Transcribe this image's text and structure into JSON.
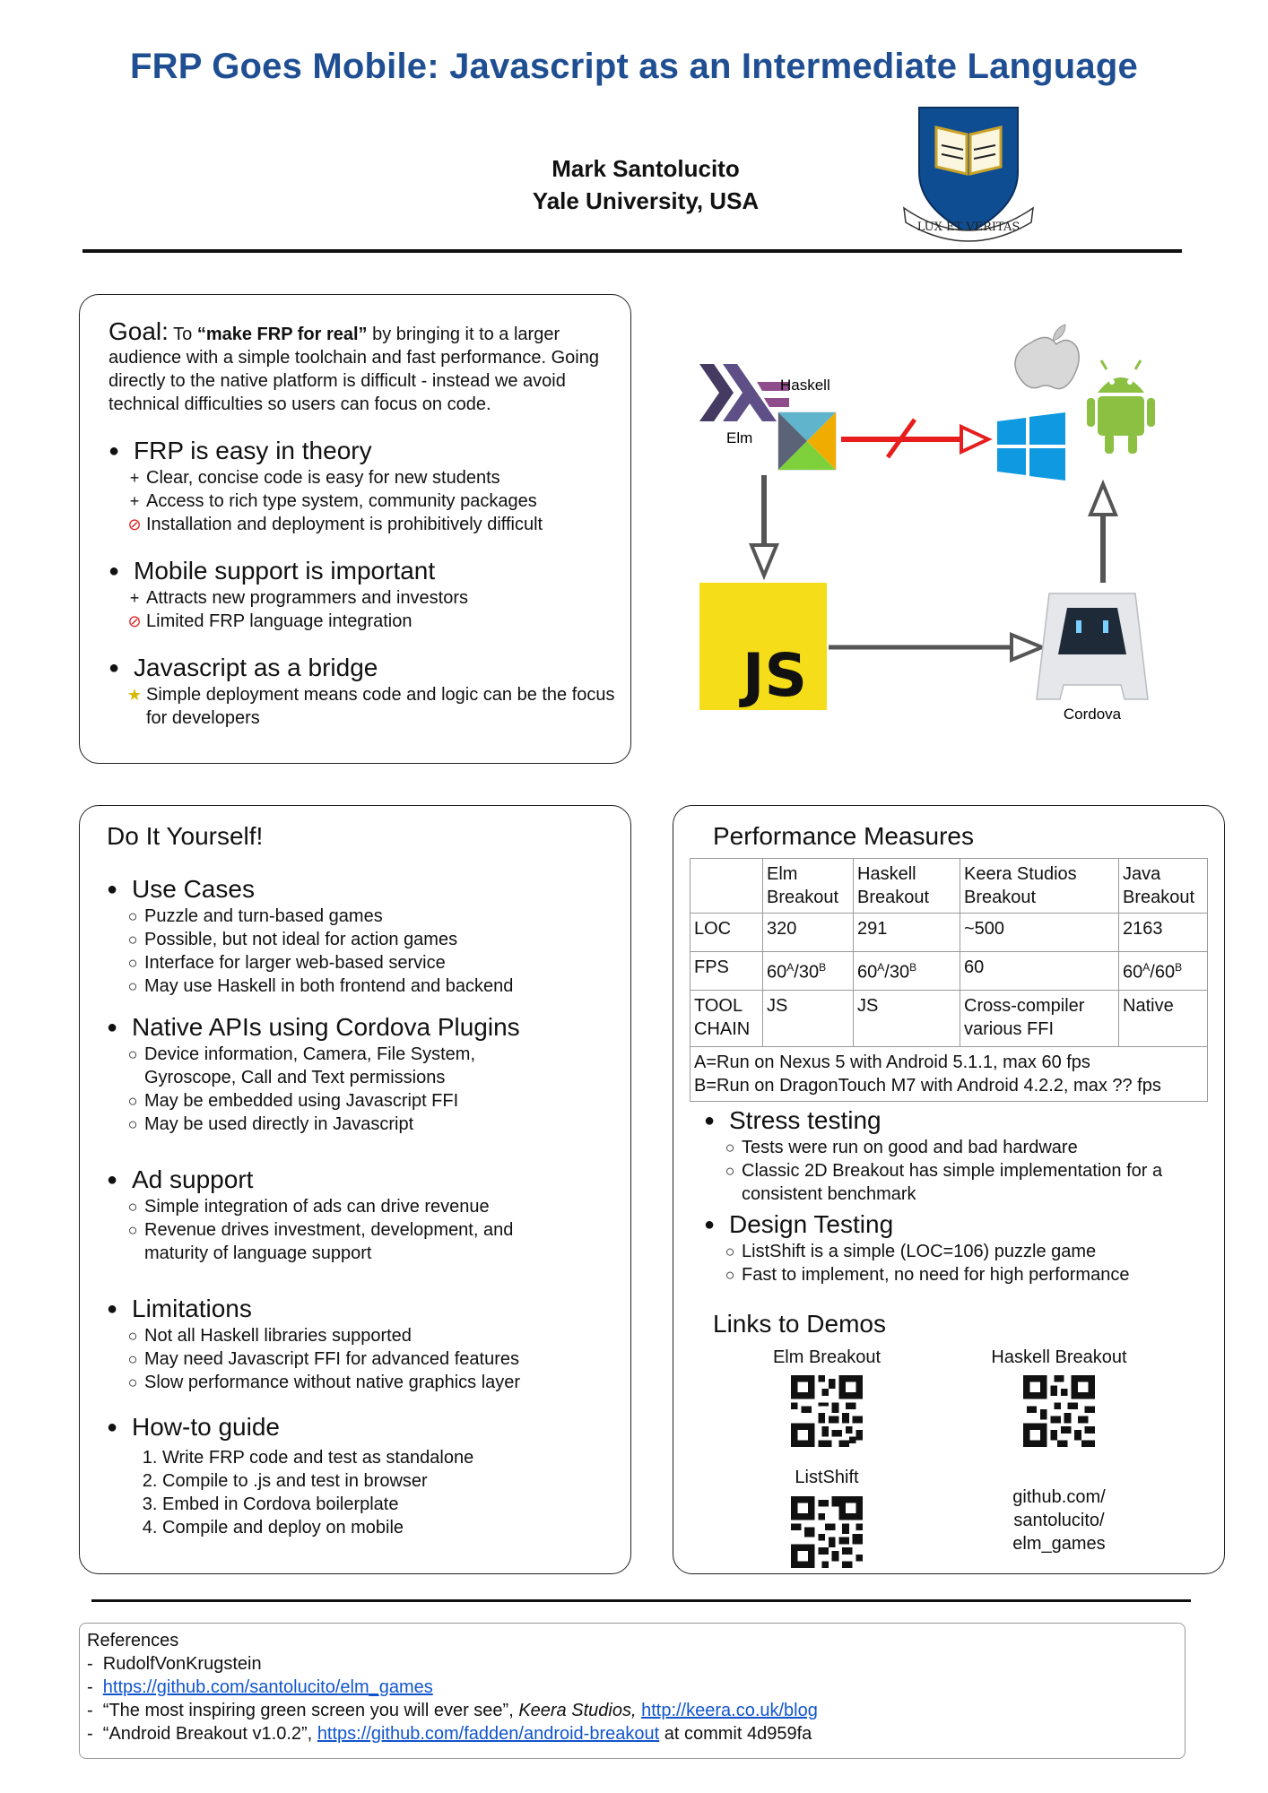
{
  "header": {
    "title": "FRP Goes Mobile: Javascript as an Intermediate Language",
    "author": "Mark Santolucito",
    "affiliation": "Yale University, USA",
    "logo_motto": "LUX ET VERITAS"
  },
  "goal_box": {
    "goal_lead": "Goal:",
    "goal_pre": "To",
    "goal_bold": "“make FRP for real”",
    "goal_rest": "by bringing it to a larger audience with a simple toolchain and fast performance. Going directly to the native platform is difficult - instead we avoid technical difficulties so users can focus on code.",
    "sections": [
      {
        "heading": "FRP is easy in theory",
        "items": [
          {
            "marker": "+",
            "text": "Clear, concise code is easy for new students"
          },
          {
            "marker": "+",
            "text": "Access to rich type system, community packages"
          },
          {
            "marker": "no",
            "text": "Installation and deployment is prohibitively difficult"
          }
        ]
      },
      {
        "heading": "Mobile support is important",
        "items": [
          {
            "marker": "+",
            "text": "Attracts new programmers and investors"
          },
          {
            "marker": "no",
            "text": "Limited FRP language integration"
          }
        ]
      },
      {
        "heading": "Javascript as a bridge",
        "items": [
          {
            "marker": "star",
            "text": "Simple deployment means code and logic can be the focus for developers"
          }
        ]
      }
    ]
  },
  "diagram": {
    "haskell_label": "Haskell",
    "elm_label": "Elm",
    "js_label": "JS",
    "cordova_label": "Cordova",
    "colors": {
      "js_yellow": "#f5de19",
      "windows_blue": "#0f99e0",
      "android_green": "#8bc043",
      "red_arrow": "#e61e1e",
      "haskell_purple": "#4f3b7d"
    }
  },
  "diy_box": {
    "title": "Do It Yourself!",
    "sections": [
      {
        "heading": "Use Cases",
        "items": [
          "Puzzle and turn-based games",
          "Possible, but not ideal for action games",
          "Interface for larger web-based service",
          "May use Haskell in both frontend and backend"
        ]
      },
      {
        "heading": "Native APIs using Cordova Plugins",
        "items": [
          "Device information, Camera, File System, Gyroscope, Call and Text permissions",
          "May be embedded using Javascript FFI",
          "May be used directly in Javascript"
        ]
      },
      {
        "heading": "Ad support",
        "items": [
          "Simple integration of ads can drive revenue",
          "Revenue drives investment, development, and maturity of language support"
        ]
      },
      {
        "heading": "Limitations",
        "items": [
          "Not all Haskell libraries supported",
          "May need Javascript FFI for advanced features",
          "Slow performance without native graphics layer"
        ]
      }
    ],
    "howto": {
      "heading": "How-to guide",
      "steps": [
        "Write FRP code and test as standalone",
        "Compile to .js and test in browser",
        "Embed in Cordova boilerplate",
        "Compile and deploy on mobile"
      ]
    }
  },
  "perf_box": {
    "title": "Performance Measures",
    "table": {
      "headers": [
        "",
        "Elm Breakout",
        "Haskell Breakout",
        "Keera Studios Breakout",
        "Java Breakout"
      ],
      "loc": {
        "label": "LOC",
        "values": [
          "320",
          "291",
          "~500",
          "2163"
        ]
      },
      "fps": {
        "label": "FPS",
        "elm": "60",
        "elm_a": "A",
        "elm_sep": "/30",
        "elm_b": "B",
        "haskell": "60",
        "haskell_a": "A",
        "haskell_sep": "/30",
        "haskell_b": "B",
        "keera": "60",
        "java": "60",
        "java_a": "A",
        "java_sep": "/60",
        "java_b": "B"
      },
      "toolchain": {
        "label": "TOOL CHAIN",
        "values": [
          "JS",
          "JS",
          "Cross-compiler various FFI",
          "Native"
        ]
      },
      "note_a": "A=Run on Nexus 5 with Android 5.1.1, max 60 fps",
      "note_b": "B=Run on DragonTouch M7 with Android 4.2.2, max ?? fps"
    },
    "sections": [
      {
        "heading": "Stress testing",
        "items": [
          "Tests were run on good and bad hardware",
          "Classic 2D Breakout has simple implementation for a consistent benchmark"
        ]
      },
      {
        "heading": "Design Testing",
        "items": [
          "ListShift is a simple (LOC=106) puzzle game",
          "Fast to implement, no need for high performance"
        ]
      }
    ],
    "links_title": "Links to Demos",
    "links": {
      "elm": "Elm Breakout",
      "haskell": "Haskell Breakout",
      "listshift": "ListShift",
      "repo": "github.com/ santolucito/ elm_games"
    }
  },
  "references": {
    "title": "References",
    "r1": "RudolfVonKrugstein",
    "r2_link": "https://github.com/santolucito/elm_games",
    "r3_text": "“The most inspiring green screen you will ever see”,",
    "r3_italic": "Keera Studios,",
    "r3_link": "http://keera.co.uk/blog",
    "r4_text": "“Android Breakout v1.0.2”,",
    "r4_link": "https://github.com/fadden/android-breakout",
    "r4_tail": "at commit 4d959fa"
  }
}
